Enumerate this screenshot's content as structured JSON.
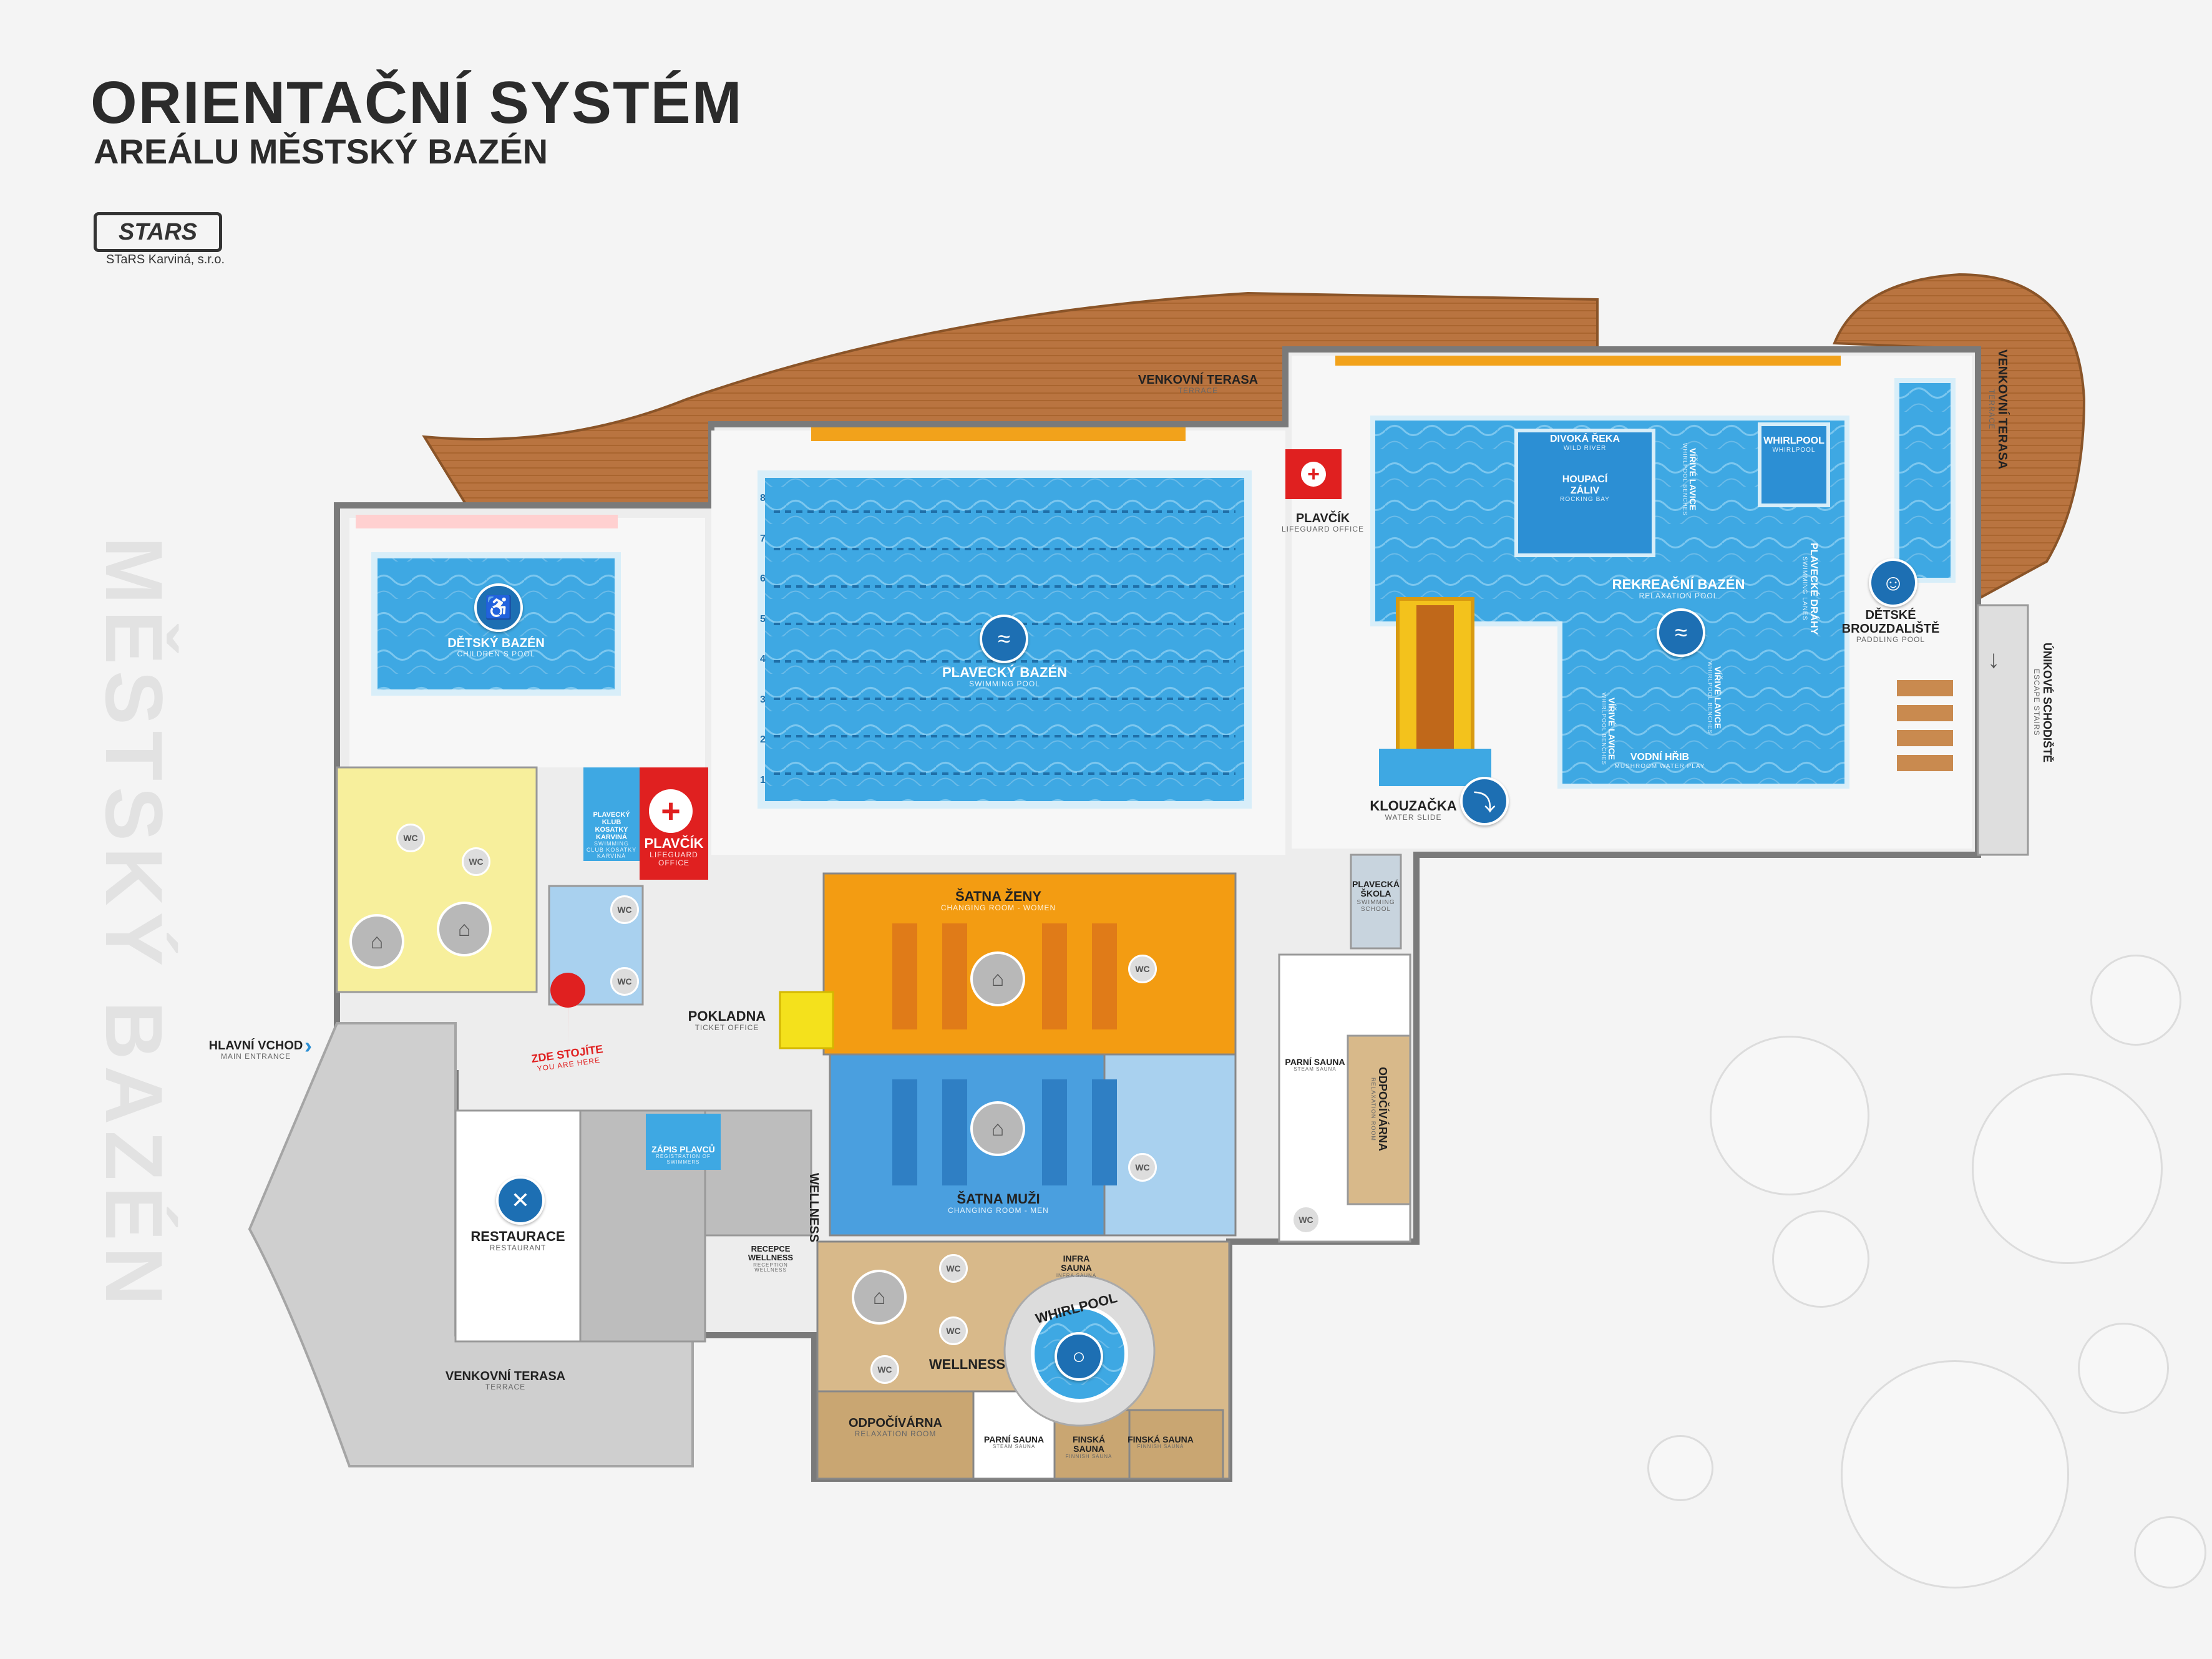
{
  "header": {
    "title": "ORIENTAČNÍ SYSTÉM",
    "subtitle": "AREÁLU MĚSTSKÝ BAZÉN",
    "logo": "STARS",
    "company": "STaRS Karviná, s.r.o.",
    "watermark": "MĚSTSKÝ BAZÉN"
  },
  "colors": {
    "water": "#3ea8e3",
    "terrace_wood": "#b97440",
    "womens_changing": "#f39c12",
    "mens_changing": "#4a9fdf",
    "lifeguard_red": "#e02020",
    "yellow_rooms": "#f7ef9c",
    "wellness_tan": "#d8b98a"
  },
  "labels": {
    "venkovni_terasa_top": {
      "cz": "VENKOVNÍ TERASA",
      "en": "TERRACE"
    },
    "venkovni_terasa_right": {
      "cz": "VENKOVNÍ TERASA",
      "en": "TERRACE"
    },
    "venkovni_terasa_bottom": {
      "cz": "VENKOVNÍ TERASA",
      "en": "TERRACE"
    },
    "detsky_bazen": {
      "cz": "DĚTSKÝ BAZÉN",
      "en": "CHILDREN´S POOL"
    },
    "plavecky_bazen": {
      "cz": "PLAVECKÝ BAZÉN",
      "en": "SWIMMING POOL"
    },
    "plavcik_top": {
      "cz": "PLAVČÍK",
      "en": "LIFEGUARD OFFICE"
    },
    "plavcik_left": {
      "cz": "PLAVČÍK",
      "en": "LIFEGUARD OFFICE"
    },
    "kosatky": {
      "cz": "PLAVECKÝ KLUB KOSATKY KARVINÁ",
      "en": "SWIMMING CLUB KOSATKY KARVINÁ"
    },
    "divoka_reka": {
      "cz": "DIVOKÁ ŘEKA",
      "en": "WILD RIVER"
    },
    "houpaci_zaliv": {
      "cz": "HOUPACÍ ZÁLIV",
      "en": "ROCKING BAY"
    },
    "virive_lavice_1": {
      "cz": "VÍŘIVÉ LAVICE",
      "en": "WHIRLPOOL BENCHES"
    },
    "virive_lavice_2": {
      "cz": "VÍŘIVÉ LAVICE",
      "en": "WHIRLPOOL BENCHES"
    },
    "virive_lavice_3": {
      "cz": "VÍŘIVÉ LAVICE",
      "en": "WHIRLPOOL BENCHES"
    },
    "whirlpool_top": {
      "cz": "WHIRLPOOL",
      "en": "WHIRLPOOL"
    },
    "plavecke_drahy": {
      "cz": "PLAVECKÉ DRÁHY",
      "en": "SWIMMING LANES"
    },
    "rekreacni_bazen": {
      "cz": "REKREAČNÍ BAZÉN",
      "en": "RELAXATION POOL"
    },
    "vodni_hrib": {
      "cz": "VODNÍ HŘIB",
      "en": "MUSHROOM WATER PLAY"
    },
    "klouzacka": {
      "cz": "KLOUZAČKA",
      "en": "WATER SLIDE"
    },
    "detske_brouzdaliste": {
      "cz": "DĚTSKÉ BROUZDALIŠTĚ",
      "en": "PADDLING POOL"
    },
    "unikove_schodiste": {
      "cz": "ÚNIKOVÉ SCHODIŠTĚ",
      "en": "ESCAPE STAIRS"
    },
    "plavecka_skola": {
      "cz": "PLAVECKÁ ŠKOLA",
      "en": "SWIMMING SCHOOL"
    },
    "satna_zeny": {
      "cz": "ŠATNA ŽENY",
      "en": "CHANGING ROOM - WOMEN"
    },
    "satna_muzi": {
      "cz": "ŠATNA MUŽI",
      "en": "CHANGING ROOM - MEN"
    },
    "pokladna": {
      "cz": "POKLADNA",
      "en": "TICKET OFFICE"
    },
    "zde_stojite": {
      "cz": "ZDE STOJÍTE",
      "en": "YOU ARE HERE"
    },
    "hlavni_vchod": {
      "cz": "HLAVNÍ VCHOD",
      "en": "MAIN ENTRANCE"
    },
    "restaurace": {
      "cz": "RESTAURACE",
      "en": "RESTAURANT"
    },
    "zapis_plavcu": {
      "cz": "ZÁPIS PLAVCŮ",
      "en": "REGISTRATION OF SWIMMERS"
    },
    "wellness_corridor": {
      "cz": "WELLNESS"
    },
    "recepce_wellness": {
      "cz": "RECEPCE WELLNESS",
      "en": "RECEPTION WELLNESS"
    },
    "parni_sauna_right": {
      "cz": "PARNÍ SAUNA",
      "en": "STEAM SAUNA"
    },
    "odpocivarna_right": {
      "cz": "ODPOČÍVÁRNA",
      "en": "RELAXATION ROOM"
    },
    "infra_sauna": {
      "cz": "INFRA SAUNA",
      "en": "INFRA SAUNA"
    },
    "whirlpool_wellness": {
      "cz": "WHIRLPOOL"
    },
    "wellness_center": {
      "cz": "WELLNESS"
    },
    "odpocivarna_bottom": {
      "cz": "ODPOČÍVÁRNA",
      "en": "RELAXATION ROOM"
    },
    "parni_sauna_bottom": {
      "cz": "PARNÍ SAUNA",
      "en": "STEAM SAUNA"
    },
    "finska_sauna_1": {
      "cz": "FINSKÁ SAUNA",
      "en": "FINNISH SAUNA"
    },
    "finska_sauna_2": {
      "cz": "FINSKÁ SAUNA",
      "en": "FINNISH SAUNA"
    },
    "wc": "WC"
  },
  "lanes": [
    "1",
    "2",
    "3",
    "4",
    "5",
    "6",
    "7",
    "8"
  ]
}
